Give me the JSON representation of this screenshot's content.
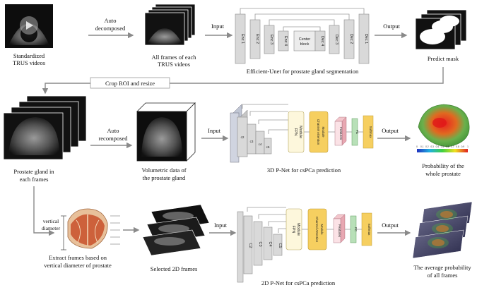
{
  "row1": {
    "video_caption_line1": "Standardized",
    "video_caption_line2": "TRUS videos",
    "decomposed_line1": "Auto",
    "decomposed_line2": "decomposed",
    "frames_caption_line1": "All  frames of  each",
    "frames_caption_line2": "TRUS videos",
    "input_label": "Input",
    "output_label": "Output",
    "unet_caption": "Efficient-Unet for prostate gland segmentation",
    "enc_blocks": [
      "Enc 1",
      "Enc 2",
      "Enc 3",
      "Enc 4"
    ],
    "dec_blocks": [
      "Dec 4",
      "Dec 3",
      "Dec 2",
      "Dec 1"
    ],
    "center_block_line1": "Center",
    "center_block_line2": "block",
    "mask_caption": "Predict mask"
  },
  "crop_label": "Crop ROI and resize",
  "row2": {
    "gland_caption_line1": "Prostate gland in",
    "gland_caption_line2": "each frames",
    "recomposed_line1": "Auto",
    "recomposed_line2": "recomposed",
    "volume_caption_line1": "Volumetric data of",
    "volume_caption_line2": "the prostate gland",
    "input_label": "Input",
    "output_label": "Output",
    "net_caption": "3D P-Net for csPCa prediction",
    "conv_blocks": [
      "c2",
      "c3",
      "c4",
      "c5"
    ],
    "fpn_line1": "FPN",
    "fpn_line2": "Module",
    "attn_line1": "Channel Attention",
    "attn_line2": "Module",
    "features_label": "Features",
    "fc_label": "FC",
    "softmax_label": "Softmax",
    "prob_caption_line1": "Probability of the",
    "prob_caption_line2": "whole prostate",
    "colorbar_ticks": [
      "0",
      "0.1",
      "0.2",
      "0.3",
      "0.4",
      "0.5",
      "0.6",
      "0.7",
      "0.8",
      "0.9",
      "1"
    ]
  },
  "row3": {
    "vertical_line1": "vertical",
    "vertical_line2": "diameter",
    "extract_caption_line1": "Extract frames based on",
    "extract_caption_line2": "vertical diameter of prostate",
    "selected_caption": "Selected 2D frames",
    "input_label": "Input",
    "output_label": "Output",
    "net_caption": "2D P-Net for csPCa prediction",
    "conv_blocks": [
      "C2",
      "C3",
      "C4",
      "C5"
    ],
    "fpn_line1": "FPN",
    "fpn_line2": "Module",
    "attn_line1": "Channel Attention",
    "attn_line2": "Module",
    "features_label": "Features",
    "fc_label": "FC",
    "softmax_label": "Softmax",
    "avg_caption_line1": "The average probability",
    "avg_caption_line2": "of all frames"
  }
}
